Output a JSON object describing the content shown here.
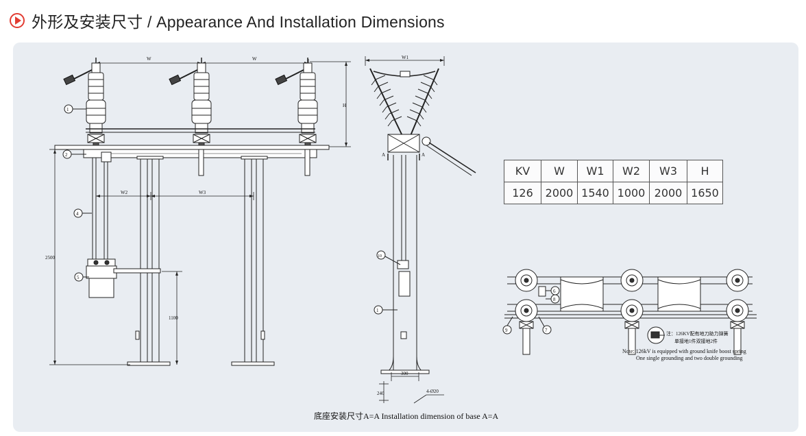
{
  "header": {
    "title": "外形及安装尺寸 / Appearance And Installation Dimensions",
    "accent_color": "#e23c32",
    "icon": "play-circle-icon"
  },
  "front_view": {
    "dim_w_left": "W",
    "dim_w_right": "W",
    "dim_h": "H",
    "dim_w2": "W2",
    "dim_w3": "W3",
    "dim_2500": "2500",
    "dim_1100": "1100",
    "callouts": [
      "1",
      "2",
      "4",
      "5"
    ]
  },
  "side_view": {
    "dim_w1": "W1",
    "section_a_left": "A",
    "section_a_right": "A",
    "callouts": [
      "10",
      "1"
    ],
    "dim_300": "300",
    "dim_240": "240",
    "dim_holes": "4-Ø20"
  },
  "table": {
    "headers": [
      "KV",
      "W",
      "W1",
      "W2",
      "W3",
      "H"
    ],
    "rows": [
      [
        "126",
        "2000",
        "1540",
        "1000",
        "2000",
        "1650"
      ]
    ]
  },
  "plan_view": {
    "callouts": [
      "6",
      "8",
      "9",
      "7"
    ],
    "note_cn_1": "注：126KV配有地刀助力弹簧",
    "note_cn_2": "单接地1件双接地2件",
    "note_en_1": "Note: 126kV is equipped with ground knife boost spring",
    "note_en_2": "One single grounding and two double grounding"
  },
  "caption": "底座安装尺寸A=A  Installation dimension of base A=A"
}
